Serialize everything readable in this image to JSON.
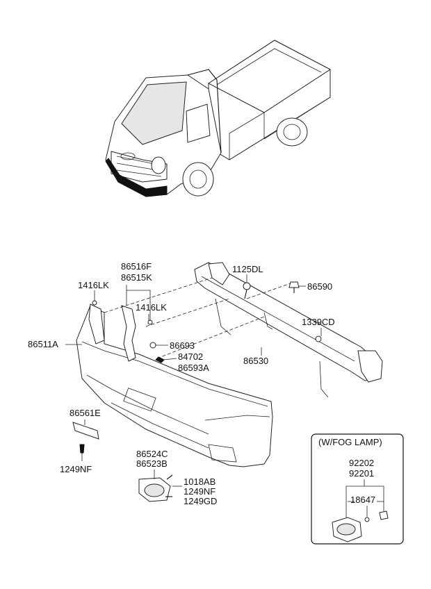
{
  "labels": {
    "l86516F": "86516F",
    "l86515K": "86515K",
    "l1416LK_a": "1416LK",
    "l1416LK_b": "1416LK",
    "l86511A": "86511A",
    "l86693": "86693",
    "l84702": "84702",
    "l86593A": "86593A",
    "l1125DL": "1125DL",
    "l86590": "86590",
    "l1339CD": "1339CD",
    "l86530": "86530",
    "l86561E": "86561E",
    "l1249NF_a": "1249NF",
    "l86524C": "86524C",
    "l86523B": "86523B",
    "l1018AB": "1018AB",
    "l1249NF_b": "1249NF",
    "l1249GD": "1249GD",
    "fog_title": "(W/FOG LAMP)",
    "l92202": "92202",
    "l92201": "92201",
    "l18647": "18647"
  }
}
